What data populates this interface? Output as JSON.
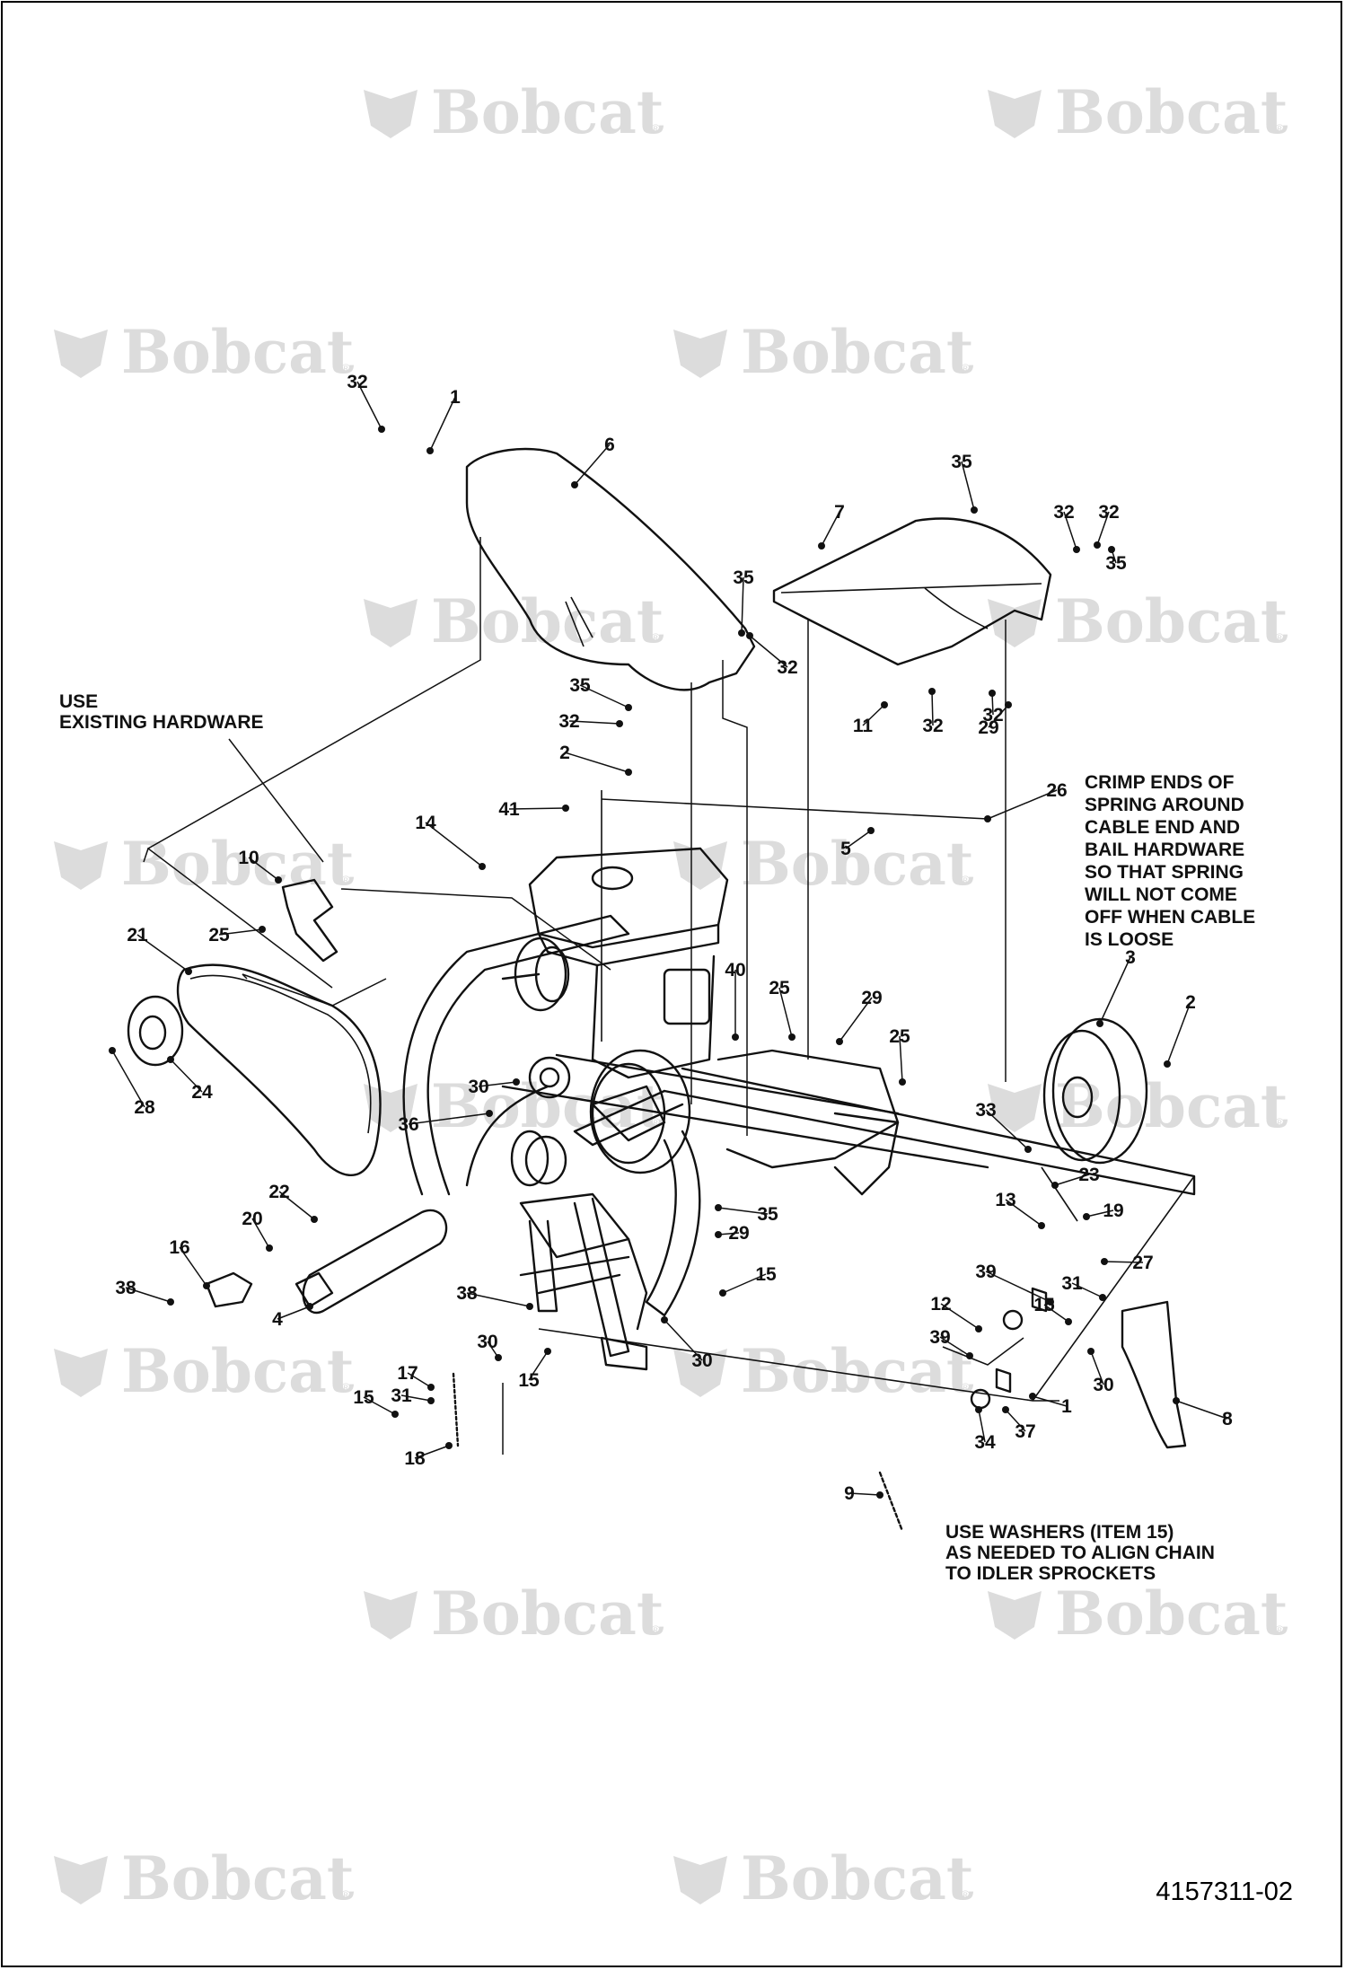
{
  "watermark": {
    "text": "Bobcat",
    "registered": "®"
  },
  "document_number": "4157311-02",
  "notes": {
    "existing_hardware": [
      "USE",
      "EXISTING HARDWARE"
    ],
    "crimp": [
      "CRIMP ENDS OF",
      "SPRING AROUND",
      "CABLE END AND",
      "BAIL HARDWARE",
      "SO THAT SPRING",
      "WILL NOT COME",
      "OFF WHEN CABLE",
      "IS LOOSE"
    ],
    "washers": [
      "USE WASHERS (ITEM 15)",
      "AS NEEDED TO ALIGN CHAIN",
      "TO IDLER SPROCKETS"
    ]
  },
  "callouts": [
    "32",
    "1",
    "6",
    "35",
    "32",
    "35",
    "32",
    "7",
    "35",
    "32",
    "32",
    "29",
    "11",
    "32",
    "35",
    "32",
    "2",
    "41",
    "26",
    "5",
    "14",
    "10",
    "25",
    "21",
    "24",
    "28",
    "30",
    "36",
    "40",
    "25",
    "29",
    "3",
    "2",
    "25",
    "33",
    "23",
    "13",
    "19",
    "27",
    "22",
    "20",
    "16",
    "38",
    "4",
    "38",
    "30",
    "30",
    "35",
    "29",
    "15",
    "39",
    "31",
    "15",
    "12",
    "39",
    "30",
    "1",
    "37",
    "34",
    "17",
    "31",
    "15",
    "15",
    "18",
    "8",
    "9"
  ]
}
